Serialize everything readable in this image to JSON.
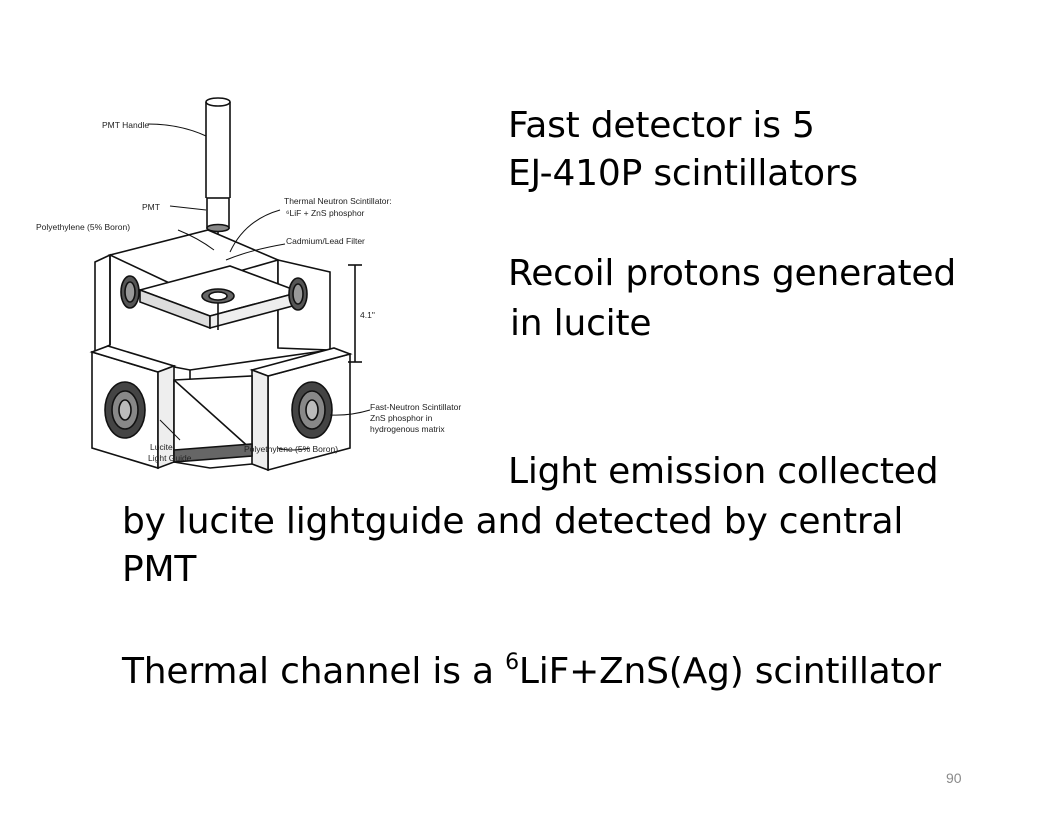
{
  "slide": {
    "paragraph1": [
      "Fast detector is 5",
      "EJ-410P scintillators"
    ],
    "paragraph2": [
      "Recoil protons generated",
      "in lucite"
    ],
    "paragraph3": [
      "Light emission collected",
      "by lucite lightguide and detected by central",
      "PMT"
    ],
    "paragraph4": {
      "before": "Thermal channel is a ",
      "superscript": "6",
      "after": "LiF+ZnS(Ag) scintillator"
    },
    "page_number": "90"
  },
  "diagram": {
    "labels": {
      "pmt_handle": "PMT Handle",
      "pmt": "PMT",
      "polyethylene_top": "Polyethylene (5% Boron)",
      "thermal_scint_1": "Thermal Neutron Scintillator:",
      "thermal_scint_2": "⁶LiF + ZnS phosphor",
      "cadmium_filter": "Cadmium/Lead Filter",
      "dimension": "4.1\"",
      "fast_scint_1": "Fast-Neutron Scintillator",
      "fast_scint_2": "ZnS phosphor in",
      "fast_scint_3": "hydrogenous matrix",
      "lucite_1": "Lucite",
      "lucite_2": "Light Guide",
      "polyethylene_bottom": "Polyethylene (5% Boron)"
    }
  }
}
